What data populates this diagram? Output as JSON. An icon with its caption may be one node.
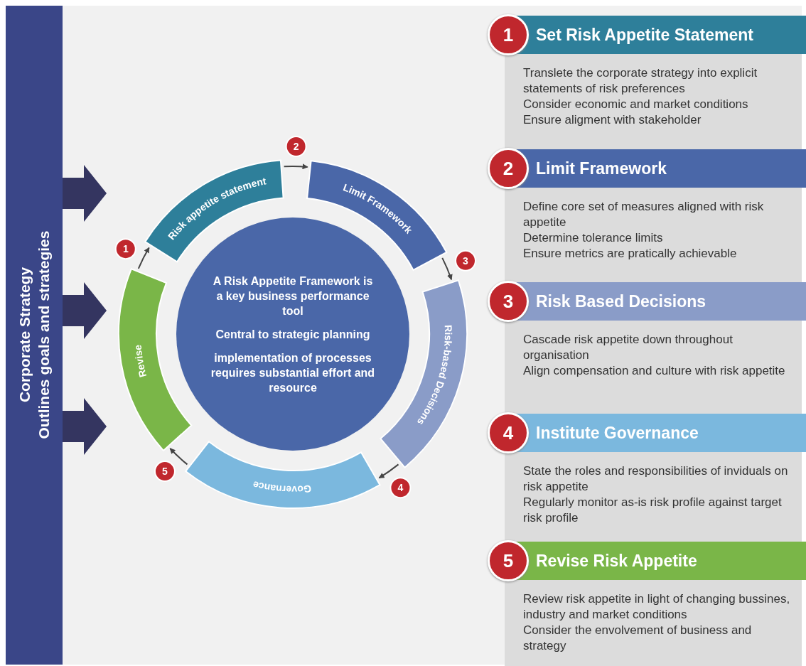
{
  "diagram": {
    "nodes": [
      {
        "text": [
          "Corporate Strategy",
          "Outlines goals and strategies"
        ]
      },
      {
        "text": [
          "A Risk Appetite Framework is a key business performance tool",
          "Central to strategic planning",
          "implementation of processes requires substantial effort and resource"
        ]
      },
      {
        "text": [
          "Risk appetite statement"
        ],
        "beside": [
          "1"
        ]
      },
      {
        "text": [
          "Limit Framework"
        ],
        "beside": [
          "2"
        ]
      },
      {
        "text": [
          "Risk-based Decisions"
        ],
        "beside": [
          "3"
        ]
      },
      {
        "text": [
          "Governance"
        ],
        "beside": [
          "4"
        ]
      },
      {
        "text": [
          "Revise"
        ],
        "beside": [
          "5"
        ]
      },
      {
        "text": [
          "1",
          "Set Risk Appetite Statement",
          "Translete the corporate strategy into explicit statements of risk preferences",
          "Consider economic and market conditions",
          "Ensure aligment with stakeholder"
        ]
      },
      {
        "text": [
          "2",
          "Limit Framework",
          "Define core set of measures aligned with risk appetite",
          "Determine tolerance limits",
          "Ensure metrics are pratically achievable"
        ]
      },
      {
        "text": [
          "3",
          "Risk Based Decisions",
          "Cascade risk appetite down throughout organisation",
          "Align compensation and culture with risk appetite"
        ]
      },
      {
        "text": [
          "4",
          "Institute Governance",
          "State the roles and responsibilities of inviduals on risk appetite",
          "Regularly monitor as-is risk profile against target risk profile"
        ]
      },
      {
        "text": [
          "5",
          "Revise Risk Appetite",
          "Review risk appetite in light of changing bussines, industry and market conditions",
          "Consider the envolvement of business and strategy"
        ]
      }
    ],
    "edges": [
      {
        "from": 0,
        "to": null,
        "arrow": "to"
      },
      {
        "from": 0,
        "to": null,
        "arrow": "to"
      },
      {
        "from": 0,
        "to": null,
        "arrow": "to"
      },
      {
        "from": 2,
        "to": 3,
        "arrow": "to"
      },
      {
        "from": 3,
        "to": 4,
        "arrow": "to"
      },
      {
        "from": 4,
        "to": 5,
        "arrow": "to"
      },
      {
        "from": 5,
        "to": 6,
        "arrow": "to"
      },
      {
        "from": 6,
        "to": 2,
        "arrow": "to"
      }
    ]
  }
}
